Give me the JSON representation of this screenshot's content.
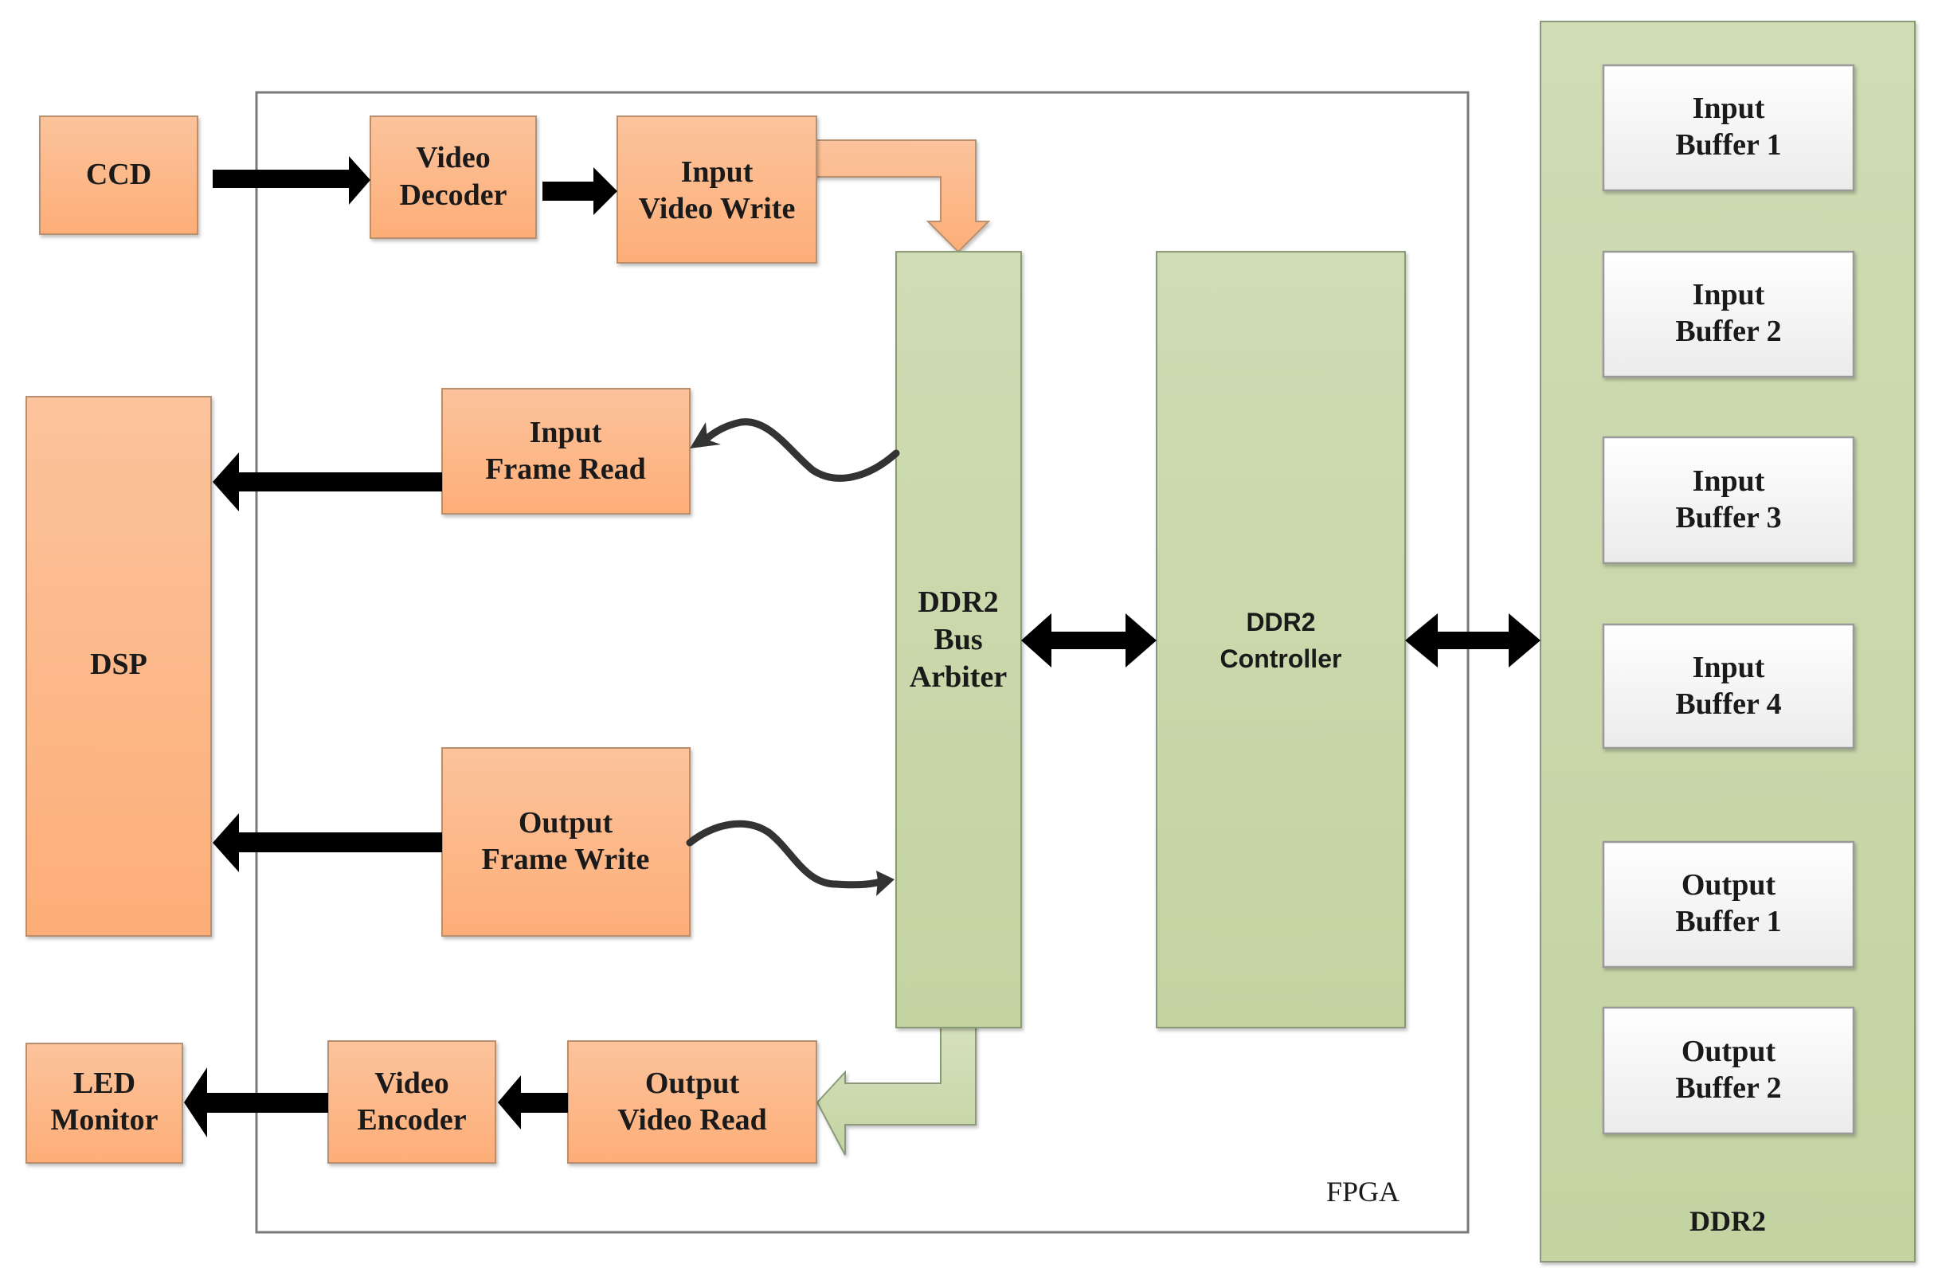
{
  "diagram": {
    "containers": {
      "fpga": {
        "label": "FPGA"
      },
      "ddr2": {
        "label": "DDR2"
      }
    },
    "blocks": {
      "ccd": {
        "lines": [
          "CCD"
        ]
      },
      "video_decoder": {
        "lines": [
          "Video",
          "Decoder"
        ]
      },
      "input_video_write": {
        "lines": [
          "Input",
          "Video Write"
        ]
      },
      "dsp": {
        "lines": [
          "DSP"
        ]
      },
      "input_frame_read": {
        "lines": [
          "Input",
          "Frame Read"
        ]
      },
      "output_frame_write": {
        "lines": [
          "Output",
          "Frame Write"
        ]
      },
      "ddr2_bus_arbiter": {
        "lines": [
          "DDR2",
          "Bus",
          "Arbiter"
        ]
      },
      "ddr2_controller": {
        "lines": [
          "DDR2",
          "Controller"
        ]
      },
      "led_monitor": {
        "lines": [
          "LED",
          "Monitor"
        ]
      },
      "video_encoder": {
        "lines": [
          "Video",
          "Encoder"
        ]
      },
      "output_video_read": {
        "lines": [
          "Output",
          "Video Read"
        ]
      }
    },
    "buffers": [
      {
        "lines": [
          "Input",
          "Buffer 1"
        ]
      },
      {
        "lines": [
          "Input",
          "Buffer 2"
        ]
      },
      {
        "lines": [
          "Input",
          "Buffer 3"
        ]
      },
      {
        "lines": [
          "Input",
          "Buffer 4"
        ]
      },
      {
        "lines": [
          "Output",
          "Buffer 1"
        ]
      },
      {
        "lines": [
          "Output",
          "Buffer 2"
        ]
      }
    ],
    "connections": [
      {
        "from": "CCD",
        "to": "Video Decoder",
        "style": "thick-arrow"
      },
      {
        "from": "Video Decoder",
        "to": "Input Video Write",
        "style": "thick-arrow"
      },
      {
        "from": "Input Video Write",
        "to": "DDR2 Bus Arbiter",
        "style": "block-bent-arrow"
      },
      {
        "from": "DDR2 Bus Arbiter",
        "to": "Input Frame Read",
        "style": "wavy-arrow"
      },
      {
        "from": "Input Frame Read",
        "to": "DSP",
        "style": "thick-arrow"
      },
      {
        "from": "Output Frame Write",
        "to": "DSP",
        "style": "thick-arrow"
      },
      {
        "from": "Output Frame Write",
        "to": "DDR2 Bus Arbiter",
        "style": "wavy-arrow"
      },
      {
        "from": "DDR2 Bus Arbiter",
        "to": "DDR2 Controller",
        "style": "double-arrow"
      },
      {
        "from": "DDR2 Controller",
        "to": "DDR2",
        "style": "double-arrow"
      },
      {
        "from": "DDR2 Bus Arbiter",
        "to": "Output Video Read",
        "style": "block-bent-arrow"
      },
      {
        "from": "Output Video Read",
        "to": "Video Encoder",
        "style": "thick-arrow"
      },
      {
        "from": "Video Encoder",
        "to": "LED Monitor",
        "style": "thick-arrow"
      }
    ],
    "colors": {
      "orange_top": "#fcc39c",
      "orange_bottom": "#fdae78",
      "green_top": "#d0dcb4",
      "green_bottom": "#c4d3a2",
      "buffer_top": "#ffffff",
      "buffer_bottom": "#ececec",
      "frame": "#7a7a7a"
    }
  }
}
